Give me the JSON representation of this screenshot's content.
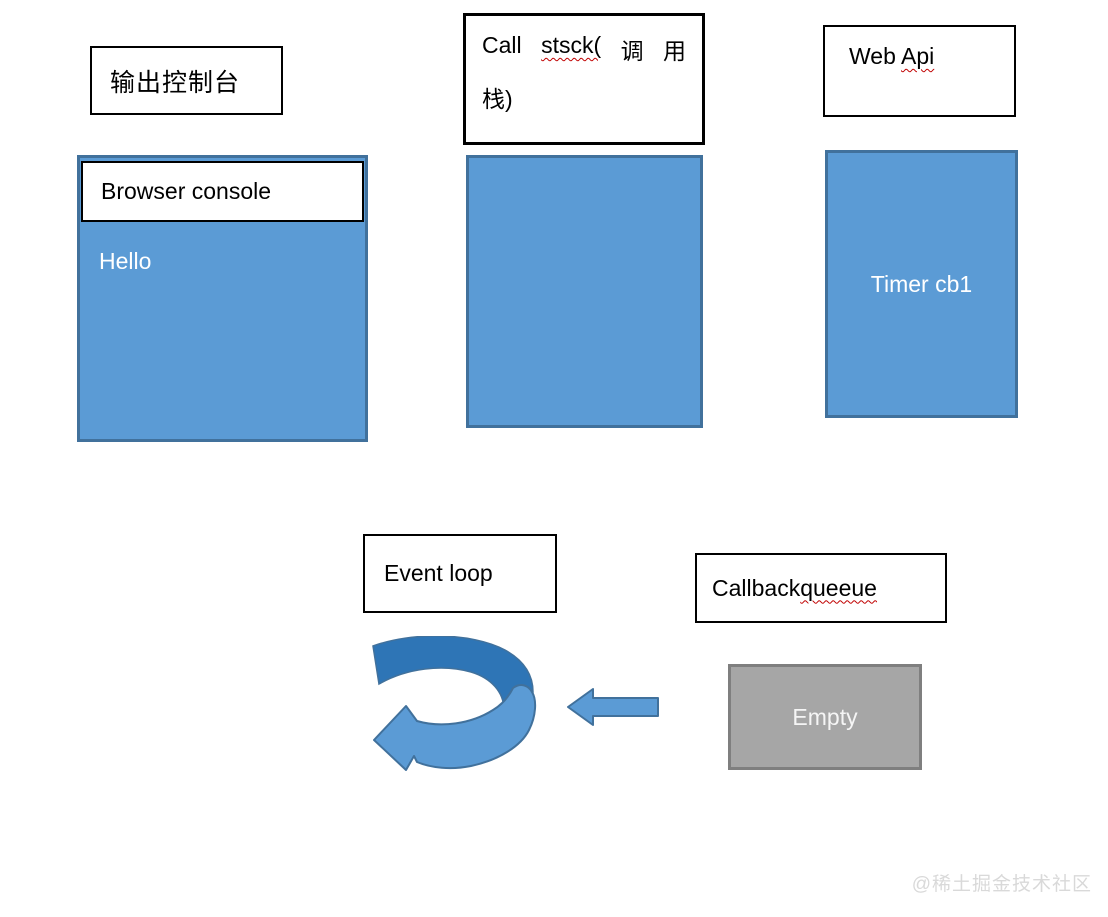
{
  "colors": {
    "blue_fill": "#5b9bd5",
    "blue_border": "#41719c",
    "dark_band": "#2e75b6",
    "gray_fill": "#a6a6a6",
    "gray_border": "#7f7f7f",
    "squiggle_red": "#c00000",
    "watermark_gray": "#d9d9d9"
  },
  "output_console": {
    "label": "输出控制台"
  },
  "browser_console": {
    "title": "Browser console",
    "log": "Hello"
  },
  "call_stack": {
    "line1": [
      "Call",
      "stsck(",
      "调",
      "用"
    ],
    "line2": "栈)"
  },
  "web_api": {
    "label_prefix": "Web ",
    "label_misspelled": "Api",
    "content": "Timer cb1"
  },
  "event_loop": {
    "label": "Event loop"
  },
  "callback_queue": {
    "label_prefix": "Callback ",
    "label_misspelled": "queeue",
    "content": "Empty"
  },
  "watermark": "@稀土掘金技术社区"
}
